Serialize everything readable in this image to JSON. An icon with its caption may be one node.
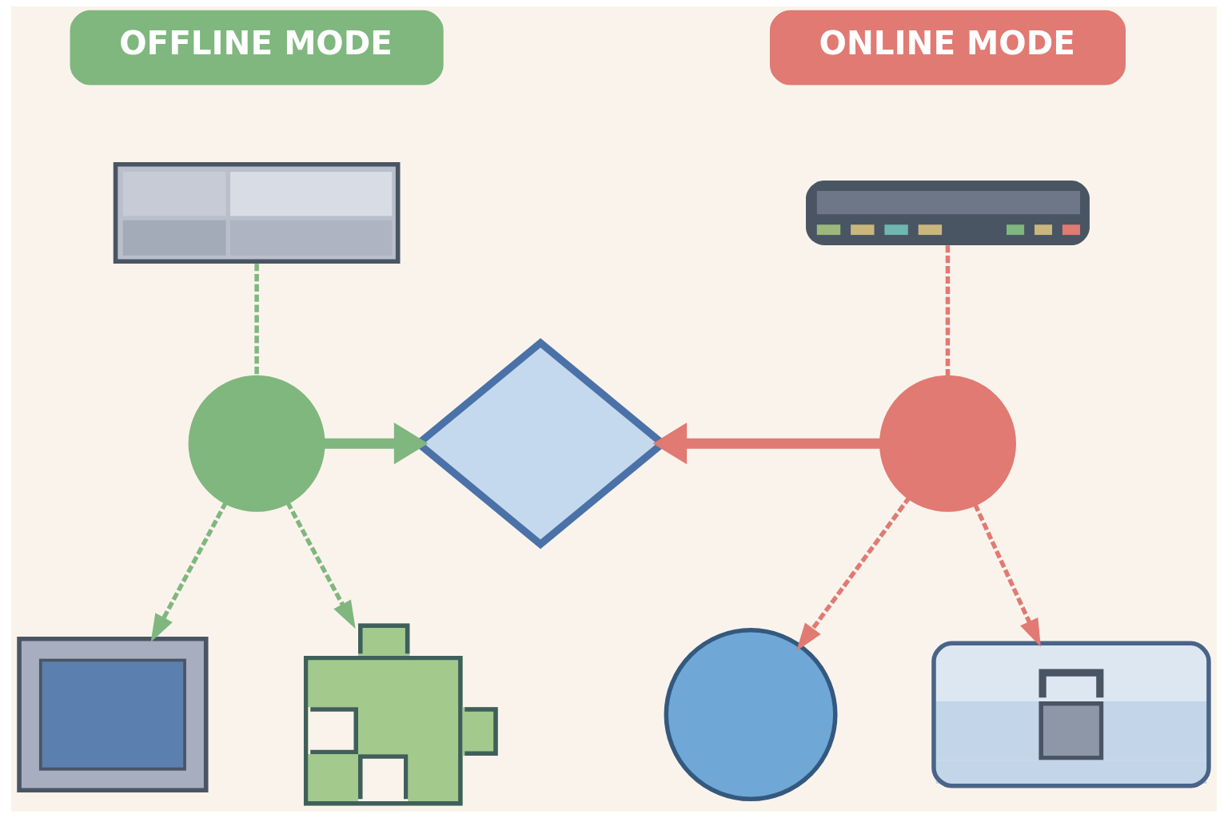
{
  "diagram": {
    "nodes": [
      {
        "text": [
          "OFFLINE MODE"
        ]
      },
      {
        "text": [
          "ONLINE MODE"
        ]
      },
      {
        "text": [],
        "shape": "picture"
      },
      {
        "text": [],
        "shape": "picture"
      },
      {
        "text": [],
        "shape": "circle"
      },
      {
        "text": [],
        "shape": "diamond"
      },
      {
        "text": [],
        "shape": "circle"
      },
      {
        "text": [],
        "shape": "picture"
      },
      {
        "text": [],
        "shape": "picture"
      },
      {
        "text": [],
        "shape": "picture"
      },
      {
        "text": [],
        "shape": "picture"
      }
    ],
    "edges": [
      {
        "from": 2,
        "to": 4,
        "arrow": "none",
        "style": "dashed",
        "color": "#7fb77e"
      },
      {
        "from": 3,
        "to": 6,
        "arrow": "none",
        "style": "dashed",
        "color": "#e07a72"
      },
      {
        "from": 4,
        "to": 5,
        "arrow": "to",
        "style": "thick",
        "color": "#7fb77e"
      },
      {
        "from": 6,
        "to": 5,
        "arrow": "to",
        "style": "thick",
        "color": "#e07a72"
      },
      {
        "from": 4,
        "to": 7,
        "arrow": "to",
        "style": "dashed",
        "color": "#7fb77e"
      },
      {
        "from": 4,
        "to": 8,
        "arrow": "to",
        "style": "dashed",
        "color": "#7fb77e"
      },
      {
        "from": 6,
        "to": 9,
        "arrow": "to",
        "style": "dashed",
        "color": "#e07a72"
      },
      {
        "from": 6,
        "to": 10,
        "arrow": "to",
        "style": "dashed",
        "color": "#e07a72"
      }
    ]
  }
}
